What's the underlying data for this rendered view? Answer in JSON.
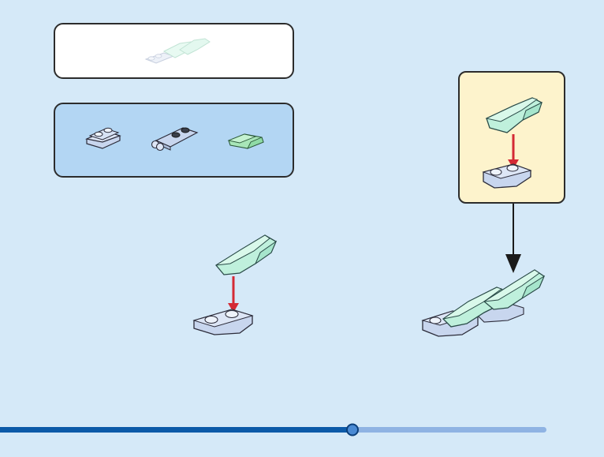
{
  "page_number": "",
  "colors": {
    "background": "#d5e9f8",
    "parts_panel": "#b3d6f3",
    "callout_panel": "#fdf3cc",
    "trans_light_green": "#bff0dc",
    "light_bluish_gray": "#c8d6ee",
    "dark_gray": "#3a3f4a",
    "arrow_red": "#d42a35",
    "progress_done": "#0c5aa8",
    "progress_remaining": "#8fb3e3"
  },
  "icons": {
    "result": "finished-fin-model-icon",
    "parts": [
      "inverted-slope-plate-icon",
      "plate-with-clips-icon",
      "curved-slope-icon"
    ],
    "callout_arrow": "arrow-down-icon",
    "main_arrow": "arrow-down-icon"
  },
  "progress": {
    "fraction": 0.645
  },
  "parts_list": [
    {
      "name": "inverted-slope-plate"
    },
    {
      "name": "plate-with-clips"
    },
    {
      "name": "curved-slope"
    }
  ]
}
